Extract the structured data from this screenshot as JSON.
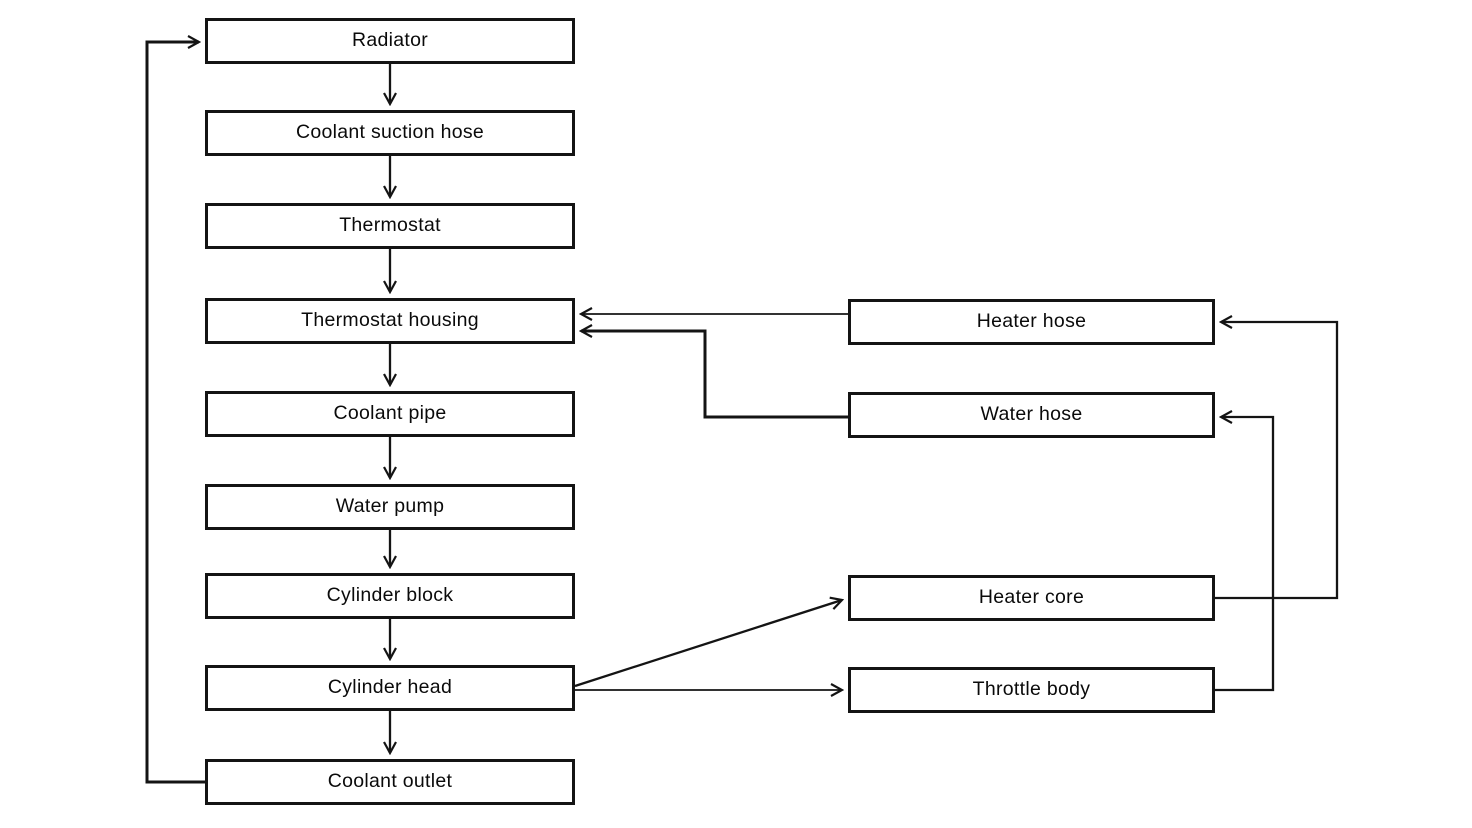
{
  "diagram": {
    "description": "Coolant flow diagram",
    "background_color": "#ffffff",
    "line_color": "#141414",
    "box_border_color": "#141414",
    "text_color": "#0a0a0a",
    "nodes": {
      "radiator": {
        "label": "Radiator"
      },
      "coolant_suction_hose": {
        "label": "Coolant suction hose"
      },
      "thermostat": {
        "label": "Thermostat"
      },
      "thermostat_housing": {
        "label": "Thermostat housing"
      },
      "coolant_pipe": {
        "label": "Coolant pipe"
      },
      "water_pump": {
        "label": "Water pump"
      },
      "cylinder_block": {
        "label": "Cylinder block"
      },
      "cylinder_head": {
        "label": "Cylinder head"
      },
      "coolant_outlet": {
        "label": "Coolant outlet"
      },
      "heater_hose": {
        "label": "Heater hose"
      },
      "water_hose": {
        "label": "Water hose"
      },
      "heater_core": {
        "label": "Heater core"
      },
      "throttle_body": {
        "label": "Throttle body"
      }
    },
    "edges": [
      {
        "from": "radiator",
        "to": "coolant_suction_hose"
      },
      {
        "from": "coolant_suction_hose",
        "to": "thermostat"
      },
      {
        "from": "thermostat",
        "to": "thermostat_housing"
      },
      {
        "from": "thermostat_housing",
        "to": "coolant_pipe"
      },
      {
        "from": "coolant_pipe",
        "to": "water_pump"
      },
      {
        "from": "water_pump",
        "to": "cylinder_block"
      },
      {
        "from": "cylinder_block",
        "to": "cylinder_head"
      },
      {
        "from": "cylinder_head",
        "to": "coolant_outlet"
      },
      {
        "from": "coolant_outlet",
        "to": "radiator"
      },
      {
        "from": "heater_hose",
        "to": "thermostat_housing"
      },
      {
        "from": "water_hose",
        "to": "thermostat_housing"
      },
      {
        "from": "cylinder_head",
        "to": "heater_core"
      },
      {
        "from": "cylinder_head",
        "to": "throttle_body"
      },
      {
        "from": "heater_core",
        "to": "heater_hose"
      },
      {
        "from": "throttle_body",
        "to": "water_hose"
      }
    ]
  }
}
